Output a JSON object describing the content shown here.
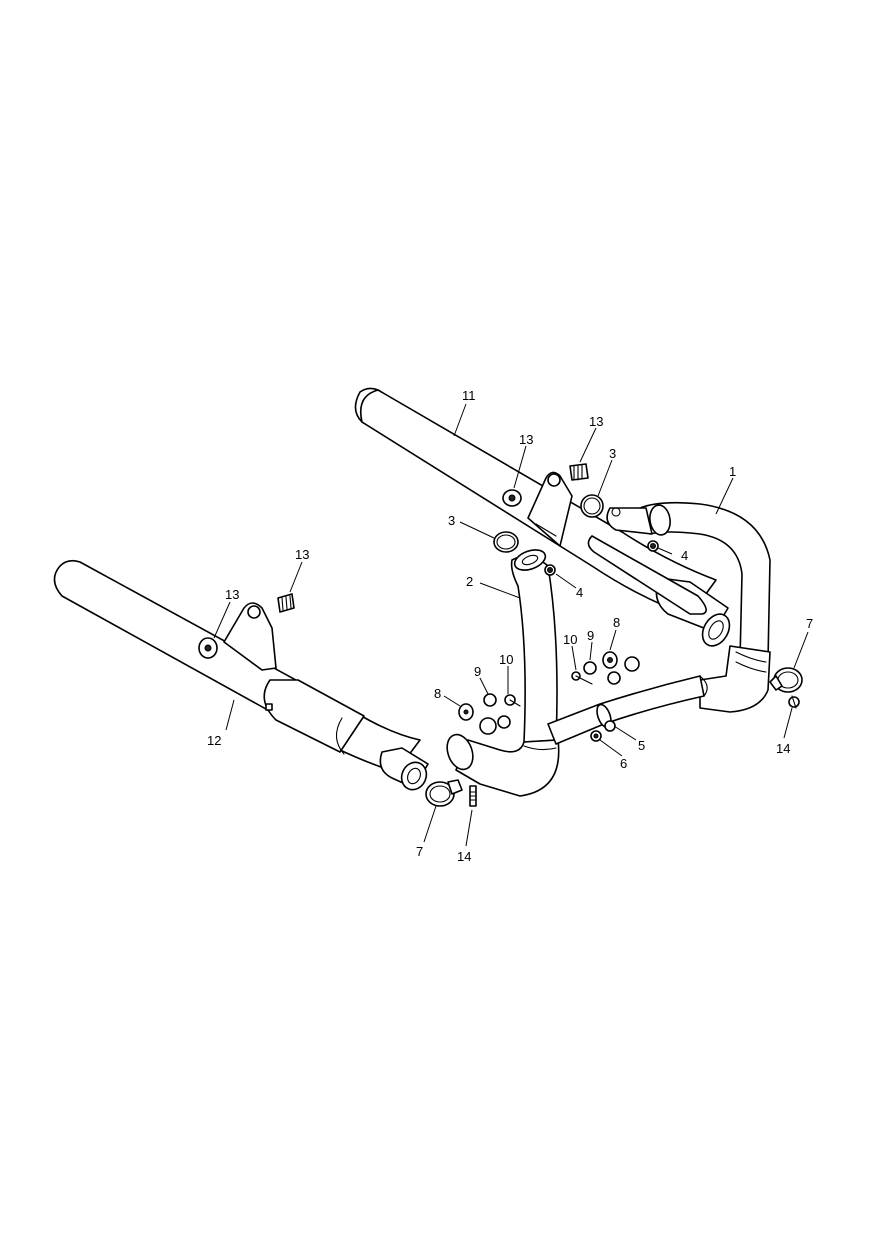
{
  "colors": {
    "line": "#000000",
    "background": "#ffffff"
  },
  "callouts": [
    {
      "id": "c1",
      "label": "1"
    },
    {
      "id": "c2",
      "label": "2"
    },
    {
      "id": "c3a",
      "label": "3"
    },
    {
      "id": "c3b",
      "label": "3"
    },
    {
      "id": "c4a",
      "label": "4"
    },
    {
      "id": "c4b",
      "label": "4"
    },
    {
      "id": "c5",
      "label": "5"
    },
    {
      "id": "c6",
      "label": "6"
    },
    {
      "id": "c7a",
      "label": "7"
    },
    {
      "id": "c7b",
      "label": "7"
    },
    {
      "id": "c8a",
      "label": "8"
    },
    {
      "id": "c8b",
      "label": "8"
    },
    {
      "id": "c9a",
      "label": "9"
    },
    {
      "id": "c9b",
      "label": "9"
    },
    {
      "id": "c10a",
      "label": "10"
    },
    {
      "id": "c10b",
      "label": "10"
    },
    {
      "id": "c11",
      "label": "11"
    },
    {
      "id": "c12",
      "label": "12"
    },
    {
      "id": "c13a",
      "label": "13"
    },
    {
      "id": "c13b",
      "label": "13"
    },
    {
      "id": "c13c",
      "label": "13"
    },
    {
      "id": "c13d",
      "label": "13"
    },
    {
      "id": "c14a",
      "label": "14"
    },
    {
      "id": "c14b",
      "label": "14"
    }
  ]
}
